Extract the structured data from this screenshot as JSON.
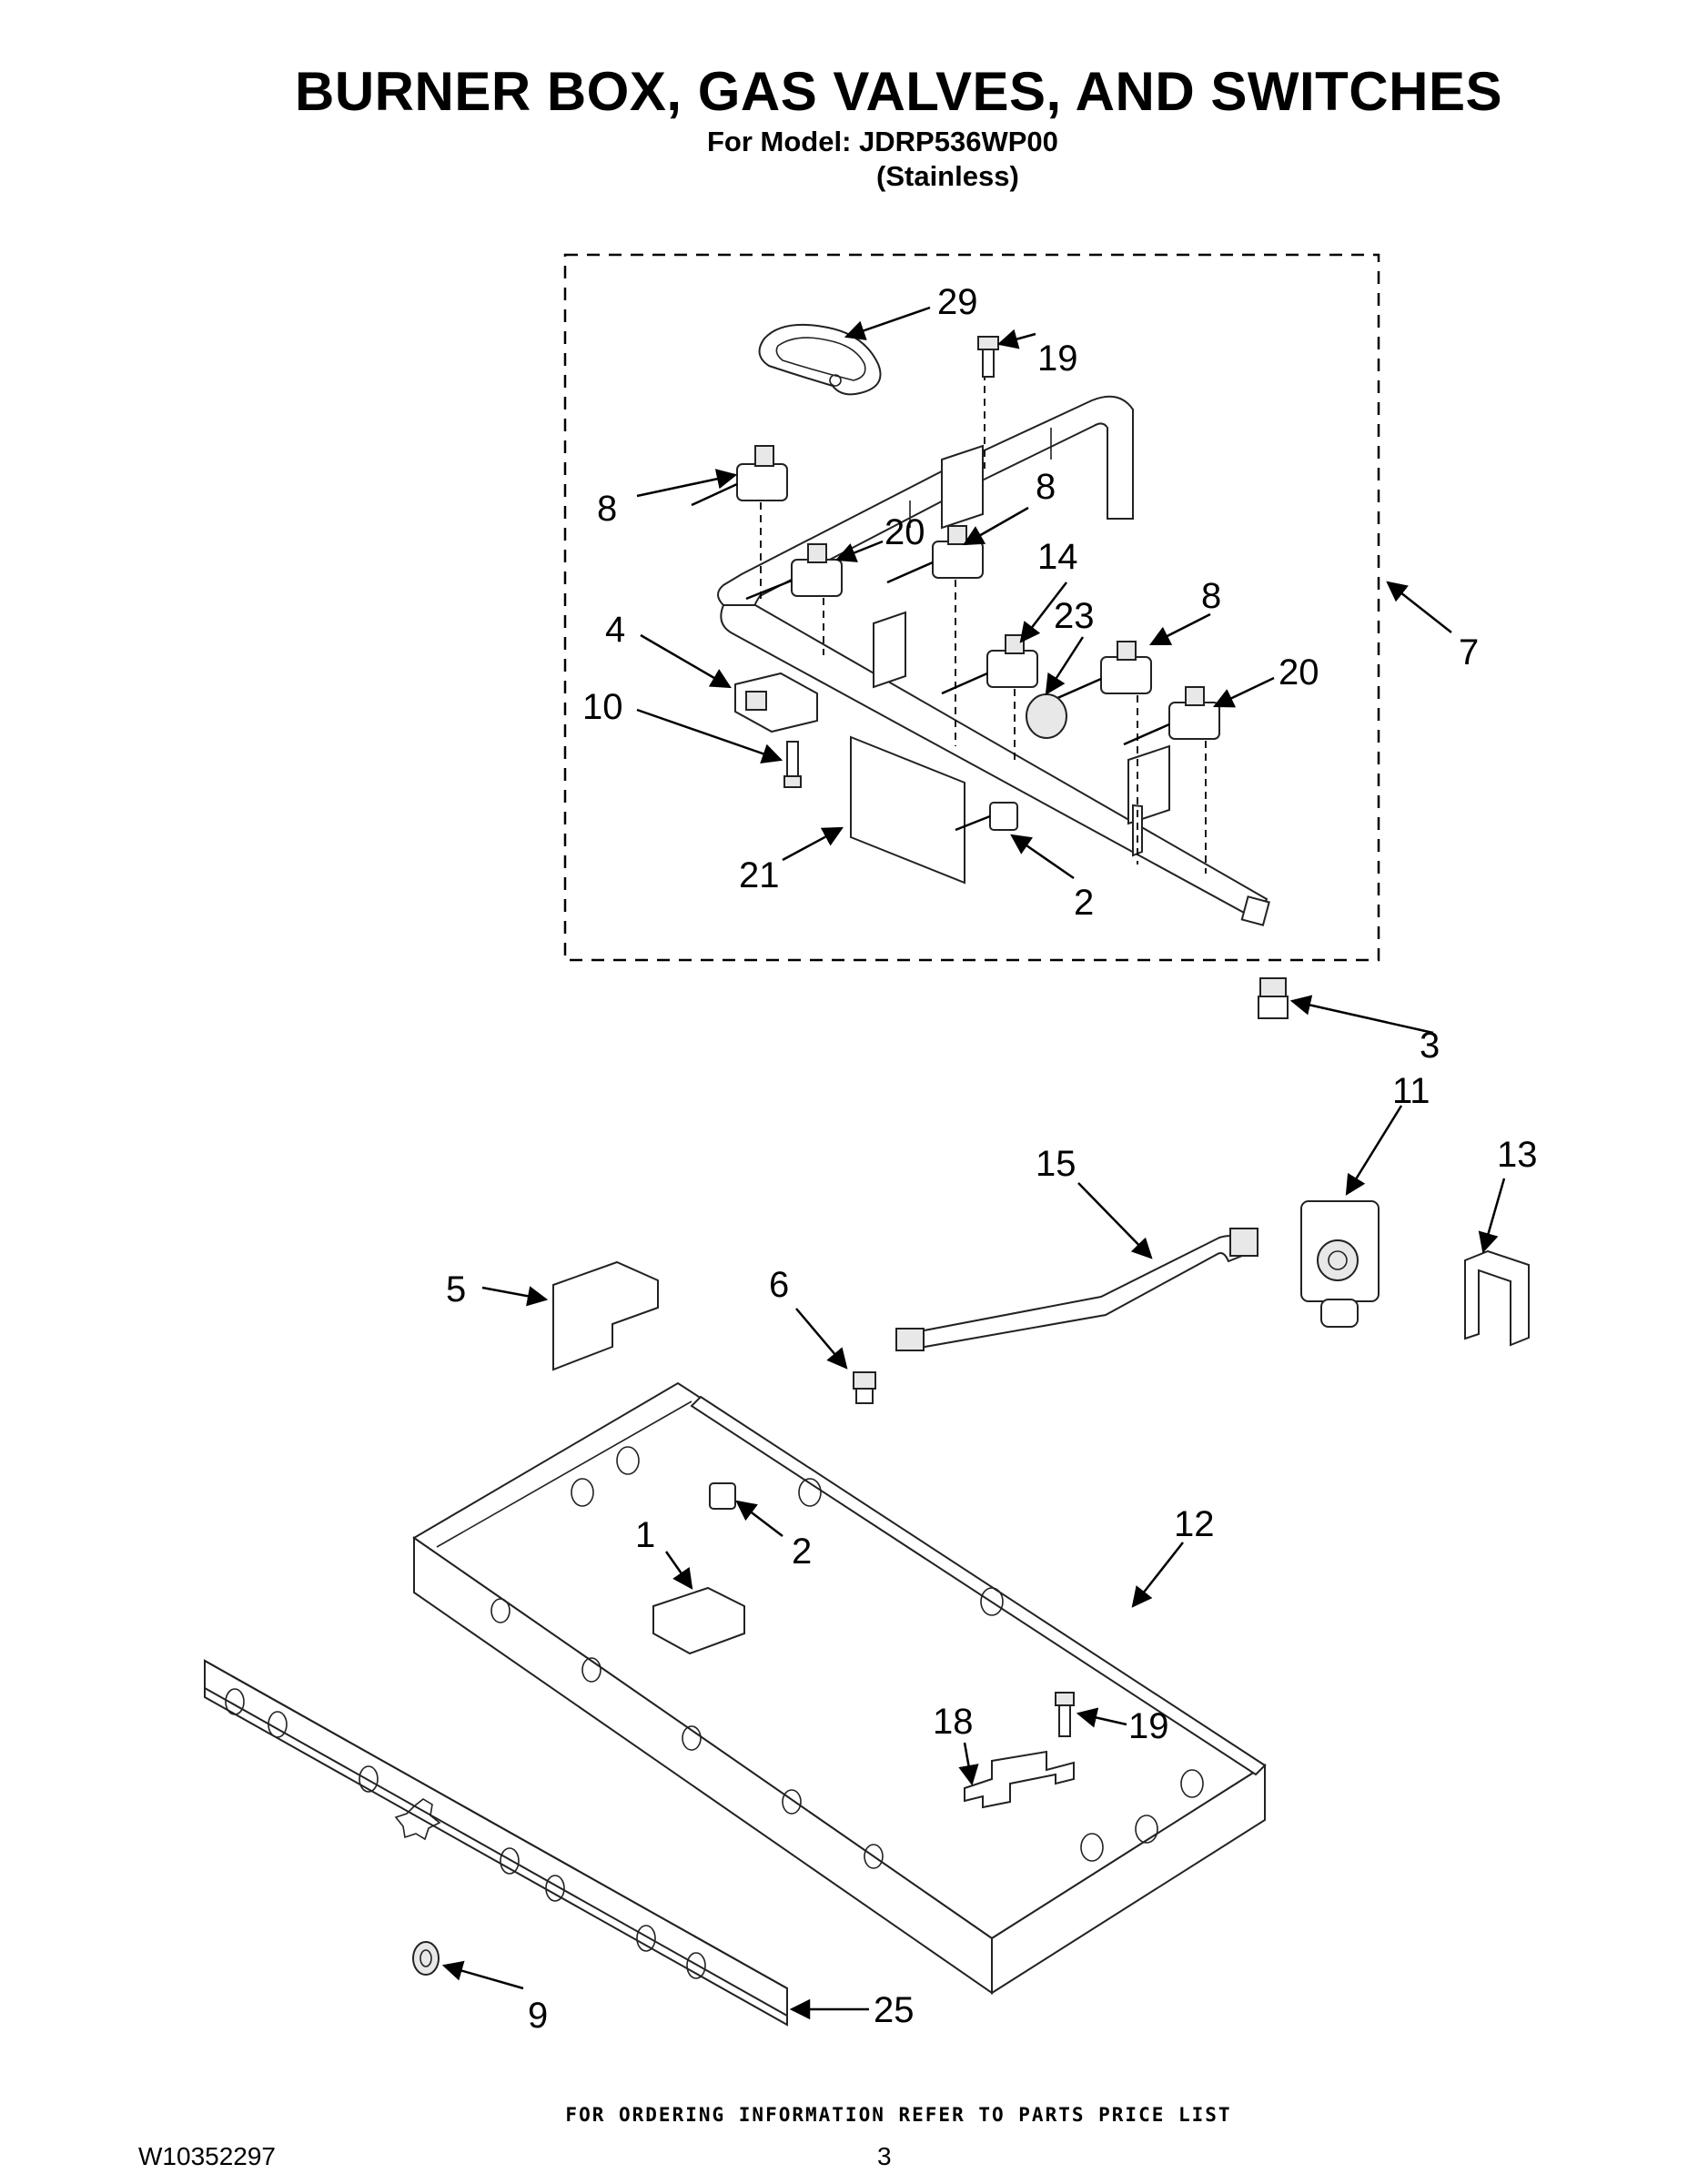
{
  "header": {
    "title": "BURNER BOX, GAS VALVES, AND SWITCHES",
    "model_line": "For Model: JDRP536WP00",
    "finish_line": "(Stainless)"
  },
  "callouts": {
    "c29": "29",
    "c19a": "19",
    "c8a": "8",
    "c8b": "8",
    "c20a": "20",
    "c14": "14",
    "c23": "23",
    "c8c": "8",
    "c20b": "20",
    "c4": "4",
    "c10": "10",
    "c21": "21",
    "c2a": "2",
    "c7": "7",
    "c3": "3",
    "c11": "11",
    "c13": "13",
    "c15": "15",
    "c5": "5",
    "c6": "6",
    "c1": "1",
    "c2b": "2",
    "c12": "12",
    "c18": "18",
    "c19b": "19",
    "c9": "9",
    "c25": "25"
  },
  "footer": {
    "ordering_note": "FOR ORDERING INFORMATION REFER TO PARTS PRICE LIST",
    "document_number": "W10352297",
    "page_number": "3"
  }
}
